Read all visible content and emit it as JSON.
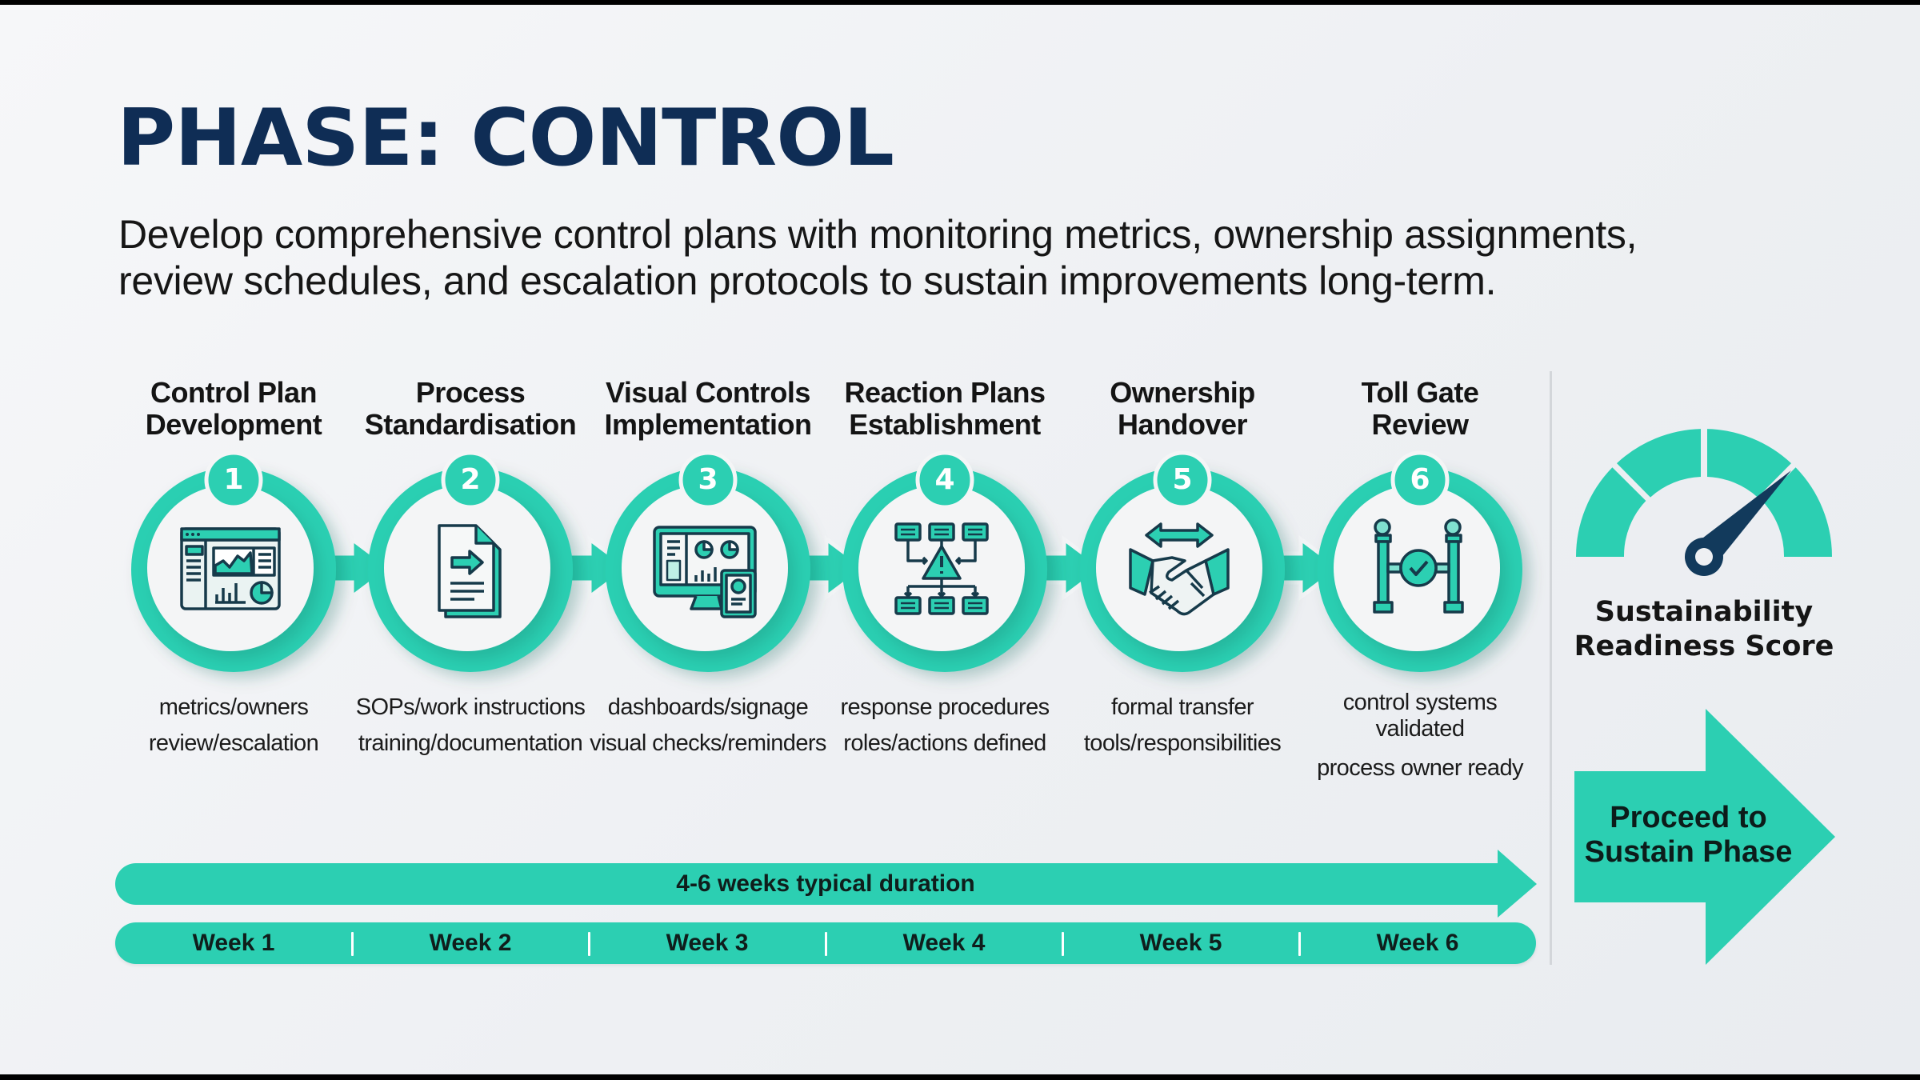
{
  "header": {
    "title": "PHASE: CONTROL",
    "subtitle_line1": "Develop comprehensive control plans with monitoring metrics, ownership assignments,",
    "subtitle_line2": "review schedules, and escalation protocols to sustain improvements long-term."
  },
  "colors": {
    "accent_teal": "#2ccfb2",
    "title_navy": "#0f2d55",
    "needle_navy": "#123a5c",
    "text_dark": "#141414",
    "background": "#f2f4f6"
  },
  "steps": [
    {
      "number": "1",
      "title_line1": "Control Plan",
      "title_line2": "Development",
      "icon": "dashboard-icon",
      "desc": [
        "metrics/owners",
        "review/escalation"
      ]
    },
    {
      "number": "2",
      "title_line1": "Process",
      "title_line2": "Standardisation",
      "icon": "document-icon",
      "desc": [
        "SOPs/work instructions",
        "training/documentation"
      ]
    },
    {
      "number": "3",
      "title_line1": "Visual Controls",
      "title_line2": "Implementation",
      "icon": "monitor-tablet-icon",
      "desc": [
        "dashboards/signage",
        "visual checks/reminders"
      ]
    },
    {
      "number": "4",
      "title_line1": "Reaction Plans",
      "title_line2": "Establishment",
      "icon": "escalation-flowchart-icon",
      "desc": [
        "response procedures",
        "roles/actions defined"
      ]
    },
    {
      "number": "5",
      "title_line1": "Ownership",
      "title_line2": "Handover",
      "icon": "handshake-icon",
      "desc": [
        "formal transfer",
        "tools/responsibilities"
      ]
    },
    {
      "number": "6",
      "title_line1": "Toll Gate",
      "title_line2": "Review",
      "icon": "gate-check-icon",
      "desc": [
        "control systems",
        "validated",
        "process owner ready"
      ]
    }
  ],
  "timeline": {
    "duration_label": "4-6 weeks typical duration",
    "weeks": [
      "Week 1",
      "Week 2",
      "Week 3",
      "Week 4",
      "Week 5",
      "Week 6"
    ]
  },
  "sidebar": {
    "gauge_icon": "speedometer-gauge-icon",
    "gauge_label_line1": "Sustainability",
    "gauge_label_line2": "Readiness Score",
    "gauge_segments": 4,
    "gauge_needle_angle_deg": 45,
    "next_label_line1": "Proceed to",
    "next_label_line2": "Sustain Phase"
  }
}
